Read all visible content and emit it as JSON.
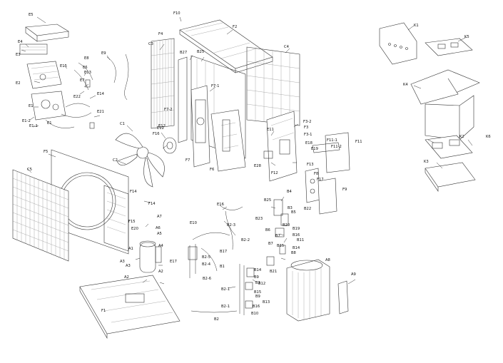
{
  "diagram": {
    "labels": [
      "F10",
      "F2",
      "E5",
      "F4",
      "C4",
      "C3",
      "K1",
      "K5",
      "E4",
      "E3",
      "B27",
      "B25",
      "E9",
      "E8",
      "E15",
      "E6",
      "E2",
      "E13",
      "E7",
      "E12",
      "F7-1",
      "K4",
      "E22",
      "E14",
      "E1-2",
      "E1",
      "E21",
      "E1-1",
      "E1",
      "F3-2",
      "F3",
      "F3-1",
      "C1",
      "E11",
      "F11-1",
      "F11-2",
      "F11",
      "F16",
      "C2",
      "E12",
      "E28",
      "E18",
      "E19",
      "K2",
      "K6",
      "F5",
      "C5",
      "F14",
      "F13",
      "F8",
      "F12",
      "F17",
      "F9",
      "K3",
      "F14",
      "E16",
      "B4",
      "B25",
      "B3",
      "B5",
      "B22",
      "F15",
      "A7",
      "E20",
      "A6",
      "A5",
      "B23",
      "B6",
      "B20",
      "B19",
      "B16",
      "B11",
      "B15",
      "B14",
      "B8",
      "E10",
      "B2-3",
      "B2-2",
      "B7",
      "B7",
      "B21",
      "B17",
      "A8",
      "A1",
      "A4",
      "A3",
      "E17",
      "A2",
      "A2",
      "B1",
      "B14",
      "B9",
      "B2-5",
      "B2-4",
      "B2-6",
      "A9",
      "B12",
      "B13",
      "B15",
      "B2-1",
      "B9",
      "B2-1",
      "B16",
      "B10",
      "F1",
      "B2",
      "A3",
      "B3",
      "F6",
      "F7",
      "F7-2"
    ]
  }
}
